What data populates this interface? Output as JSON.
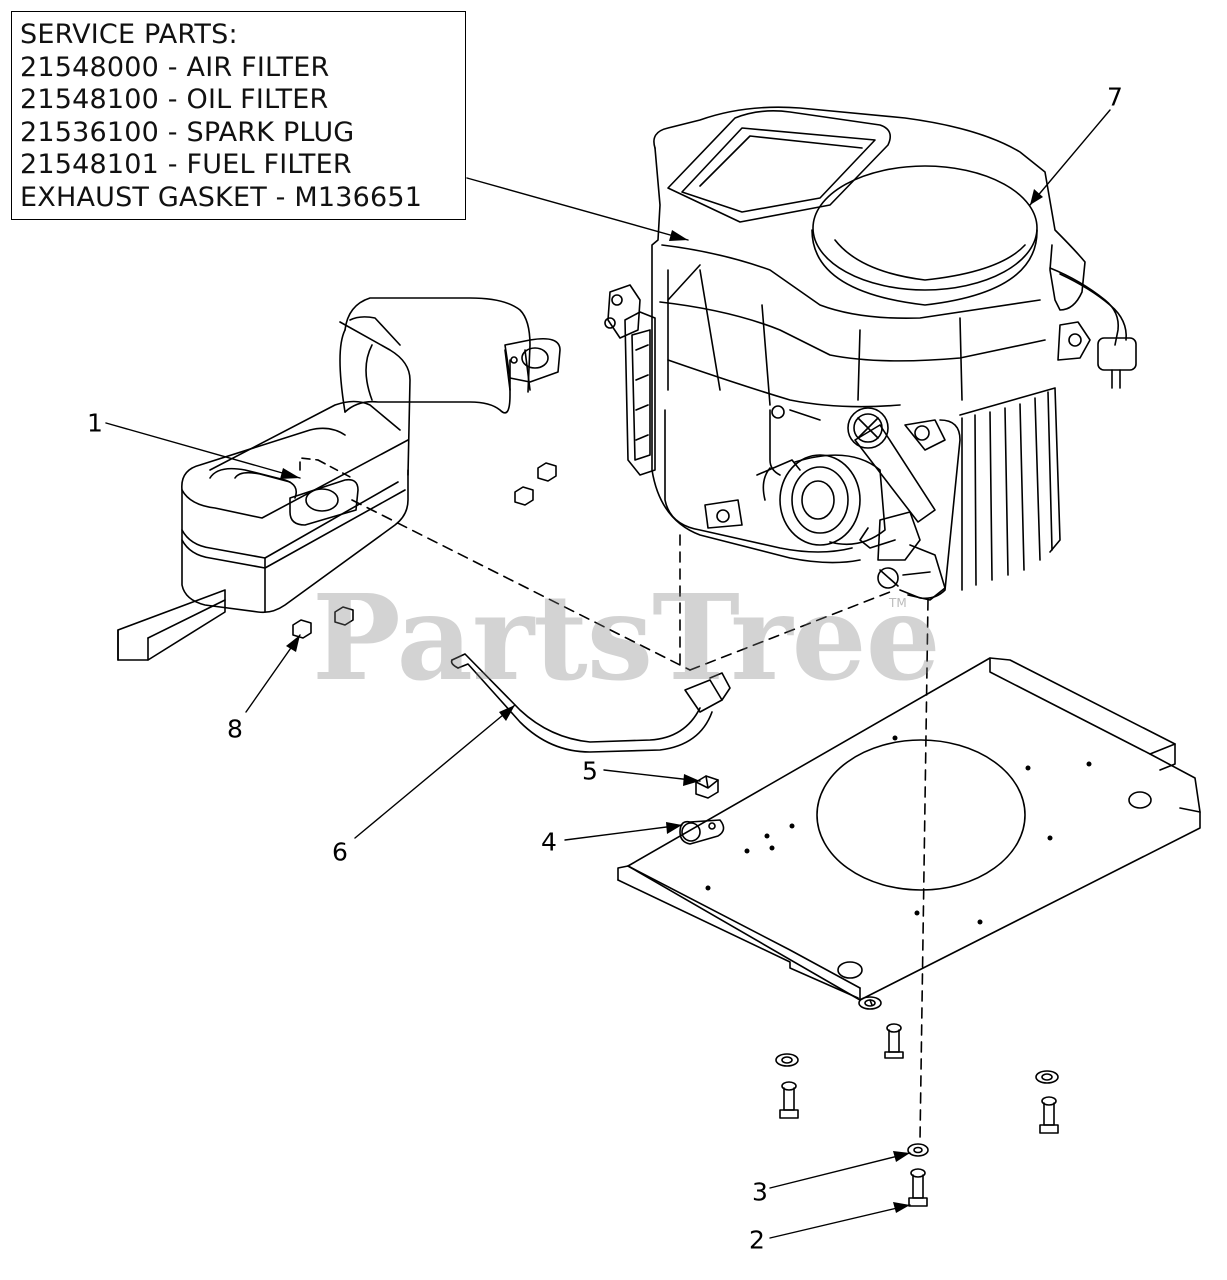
{
  "service_parts": {
    "lines": [
      "SERVICE PARTS:",
      "21548000 - AIR FILTER",
      "21548100 - OIL FILTER",
      "21536100 - SPARK PLUG",
      "21548101 - FUEL FILTER",
      "EXHAUST GASKET - M136651"
    ]
  },
  "callouts": {
    "c1": "1",
    "c2": "2",
    "c3": "3",
    "c4": "4",
    "c5": "5",
    "c6": "6",
    "c7": "7",
    "c8": "8"
  },
  "watermark": {
    "text": "PartsTree",
    "tm": "TM"
  },
  "colors": {
    "line": "#000000",
    "watermark": "#9a9a9a"
  }
}
